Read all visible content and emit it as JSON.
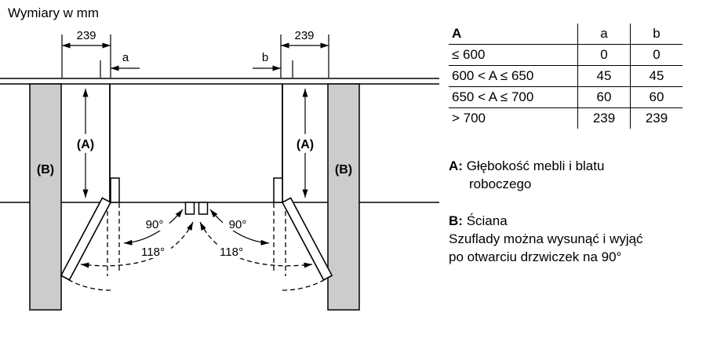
{
  "title": "Wymiary w mm",
  "diagram": {
    "dimension_left": "239",
    "dimension_right": "239",
    "gap_left_label": "a",
    "gap_right_label": "b",
    "depth_left_label": "(A)",
    "depth_right_label": "(A)",
    "wall_left_label": "(B)",
    "wall_right_label": "(B)",
    "door_angle_90_left": "90°",
    "door_angle_90_right": "90°",
    "door_angle_118_left": "118°",
    "door_angle_118_right": "118°"
  },
  "table": {
    "headers": [
      "A",
      "a",
      "b"
    ],
    "rows": [
      [
        "≤ 600",
        "0",
        "0"
      ],
      [
        "600 < A ≤ 650",
        "45",
        "45"
      ],
      [
        "650 < A ≤ 700",
        "60",
        "60"
      ],
      [
        "> 700",
        "239",
        "239"
      ]
    ]
  },
  "notes": {
    "a_label": "A:",
    "a_line1": "Głębokość mebli i blatu",
    "a_line2": "roboczego",
    "b_label": "B:",
    "b_line1": "Ściana",
    "b_line2": "Szuflady można wysunąć i wyjąć",
    "b_line3": "po otwarciu drzwiczek na 90°"
  },
  "colors": {
    "wall_fill": "#cccccc",
    "line": "#000000",
    "background": "#ffffff"
  }
}
